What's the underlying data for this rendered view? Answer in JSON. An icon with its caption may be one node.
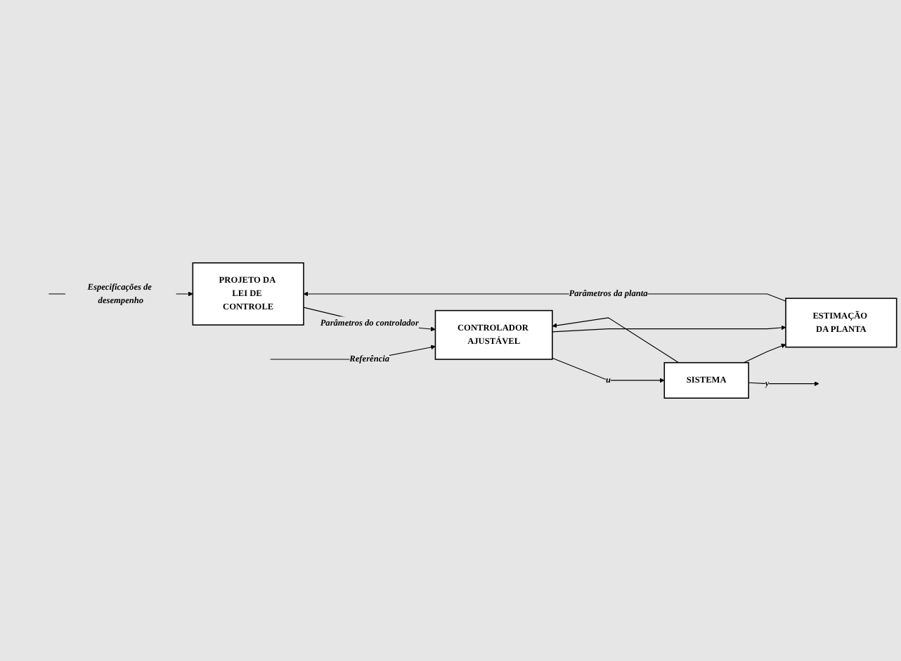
{
  "diagram": {
    "nodes": [
      {
        "text": [
          "PROJETO DA LEI DE CONTROLE"
        ]
      },
      {
        "text": [
          "ESTIMAÇÃO DA PLANTA"
        ]
      },
      {
        "text": [
          "CONTROLADOR AJUSTÁVEL"
        ]
      },
      {
        "text": [
          "SISTEMA"
        ]
      }
    ],
    "edges": [
      {
        "from": null,
        "to": 0,
        "arrow": "to",
        "label": "Especificações de desempenho"
      },
      {
        "from": 1,
        "to": 0,
        "arrow": "to",
        "label": "Parâmetros da planta"
      },
      {
        "from": 0,
        "to": 2,
        "arrow": "to",
        "label": "Parâmetros do controlador"
      },
      {
        "from": null,
        "to": 2,
        "arrow": "to",
        "label": "Referência"
      },
      {
        "from": 2,
        "to": 3,
        "arrow": "to",
        "label": "u"
      },
      {
        "from": 2,
        "to": 1,
        "arrow": "to"
      },
      {
        "from": 3,
        "to": null,
        "arrow": "to",
        "label": "y"
      },
      {
        "from": 3,
        "to": 1,
        "arrow": "to"
      },
      {
        "from": 3,
        "to": 2,
        "arrow": "to"
      }
    ]
  }
}
